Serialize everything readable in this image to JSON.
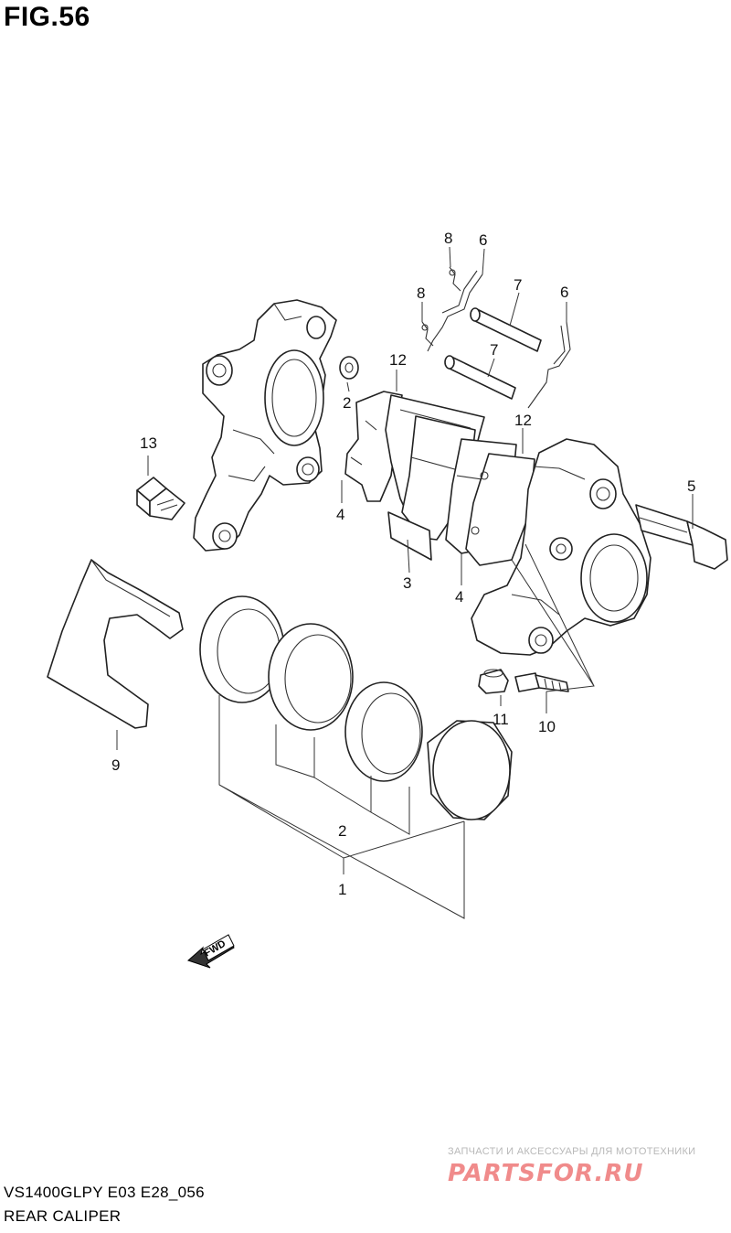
{
  "figure": {
    "title": "FIG.56"
  },
  "callouts": {
    "c1": "1",
    "c2a": "2",
    "c2b": "2",
    "c3": "3",
    "c4a": "4",
    "c4b": "4",
    "c5": "5",
    "c6a": "6",
    "c6b": "6",
    "c7a": "7",
    "c7b": "7",
    "c8a": "8",
    "c8b": "8",
    "c9": "9",
    "c10": "10",
    "c11": "11",
    "c12a": "12",
    "c12b": "12",
    "c13": "13"
  },
  "fwd_label": "FWD",
  "footer": {
    "model_code": "VS1400GLPY E03 E28_056",
    "section": "REAR CALIPER"
  },
  "watermark": {
    "tagline": "ЗАПЧАСТИ И АКСЕССУАРЫ ДЛЯ МОТОТЕХНИКИ",
    "logo": "PARTSFOR.RU"
  }
}
